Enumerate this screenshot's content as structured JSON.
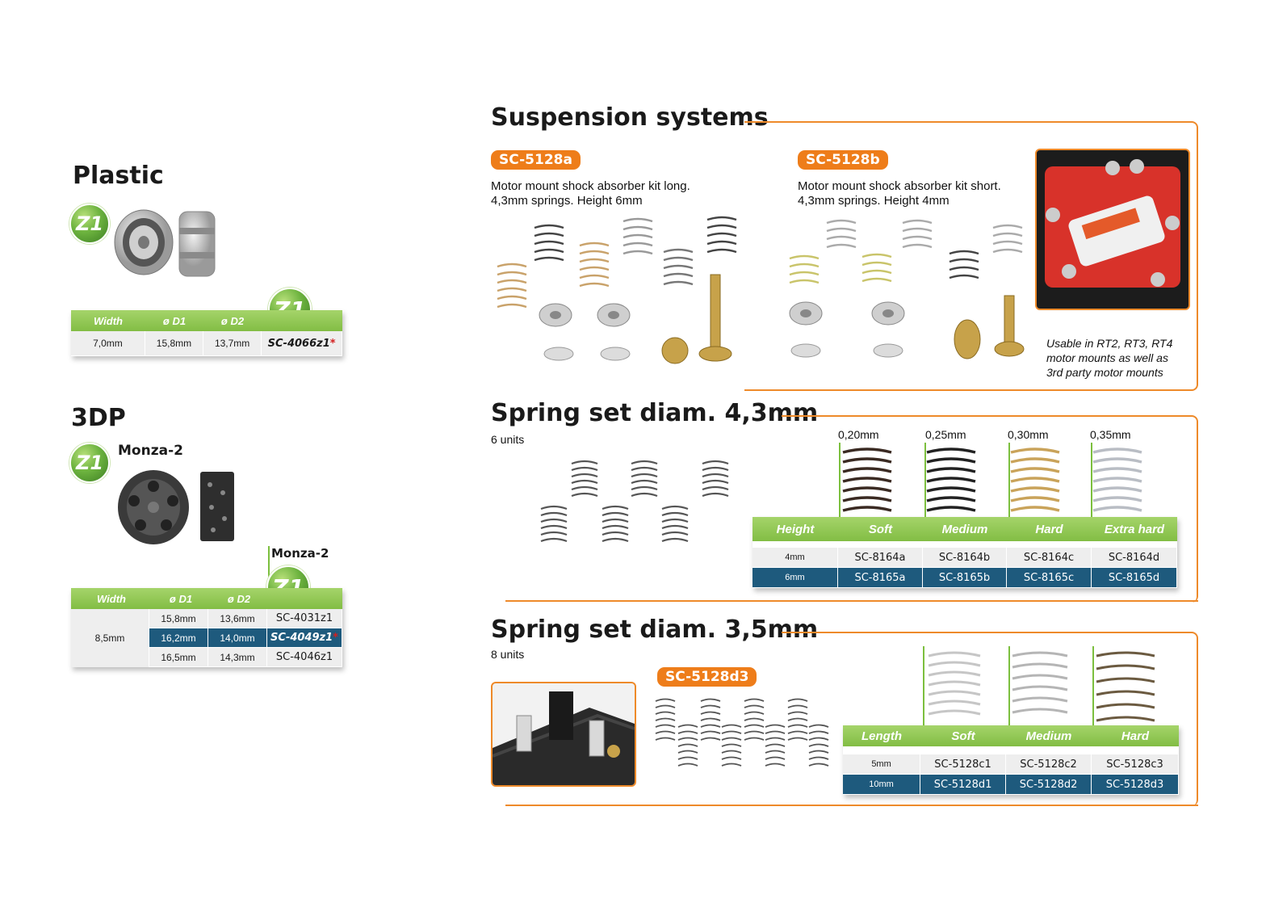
{
  "left": {
    "plastic": {
      "title": "Plastic",
      "badge": "Z1",
      "table": {
        "headers": [
          "Width",
          "ø D1",
          "ø D2"
        ],
        "row": {
          "width": "7,0mm",
          "d1": "15,8mm",
          "d2": "13,7mm",
          "code": "SC-4066z1",
          "star": "*"
        }
      }
    },
    "tdp": {
      "title": "3DP",
      "badge": "Z1",
      "product": "Monza-2",
      "table_label": "Monza-2",
      "table": {
        "headers": [
          "Width",
          "ø D1",
          "ø D2"
        ],
        "width": "8,5mm",
        "rows": [
          {
            "d1": "15,8mm",
            "d2": "13,6mm",
            "code": "SC-4031z1",
            "star": ""
          },
          {
            "d1": "16,2mm",
            "d2": "14,0mm",
            "code": "SC-4049z1",
            "star": "*"
          },
          {
            "d1": "16,5mm",
            "d2": "14,3mm",
            "code": "SC-4046z1",
            "star": ""
          }
        ]
      }
    }
  },
  "suspension": {
    "title": "Suspension systems",
    "kit_a": {
      "code": "SC-5128a",
      "desc1": "Motor mount shock absorber kit long.",
      "desc2": "4,3mm springs. Height 6mm"
    },
    "kit_b": {
      "code": "SC-5128b",
      "desc1": "Motor mount shock absorber kit short.",
      "desc2": "4,3mm springs. Height 4mm"
    },
    "note": [
      "Usable in RT2, RT3, RT4",
      "motor mounts as well as",
      "3rd party motor mounts"
    ]
  },
  "spring43": {
    "title": "Spring set diam. 4,3mm",
    "units": "6 units",
    "gauges": [
      "0,20mm",
      "0,25mm",
      "0,30mm",
      "0,35mm"
    ],
    "headers": [
      "Height",
      "Soft",
      "Medium",
      "Hard",
      "Extra hard"
    ],
    "rows": [
      {
        "label": "4mm",
        "codes": [
          "SC-8164a",
          "SC-8164b",
          "SC-8164c",
          "SC-8164d"
        ]
      },
      {
        "label": "6mm",
        "codes": [
          "SC-8165a",
          "SC-8165b",
          "SC-8165c",
          "SC-8165d"
        ]
      }
    ]
  },
  "spring35": {
    "title": "Spring set diam. 3,5mm",
    "units": "8 units",
    "badge": "SC-5128d3",
    "headers": [
      "Length",
      "Soft",
      "Medium",
      "Hard"
    ],
    "rows": [
      {
        "label": "5mm",
        "codes": [
          "SC-5128c1",
          "SC-5128c2",
          "SC-5128c3"
        ]
      },
      {
        "label": "10mm",
        "codes": [
          "SC-5128d1",
          "SC-5128d2",
          "SC-5128d3"
        ]
      }
    ]
  },
  "colors": {
    "accent": "#ee8a2a",
    "green": "#82bd44",
    "selected_row": "#1e5a7d",
    "star": "#d31f1f"
  }
}
